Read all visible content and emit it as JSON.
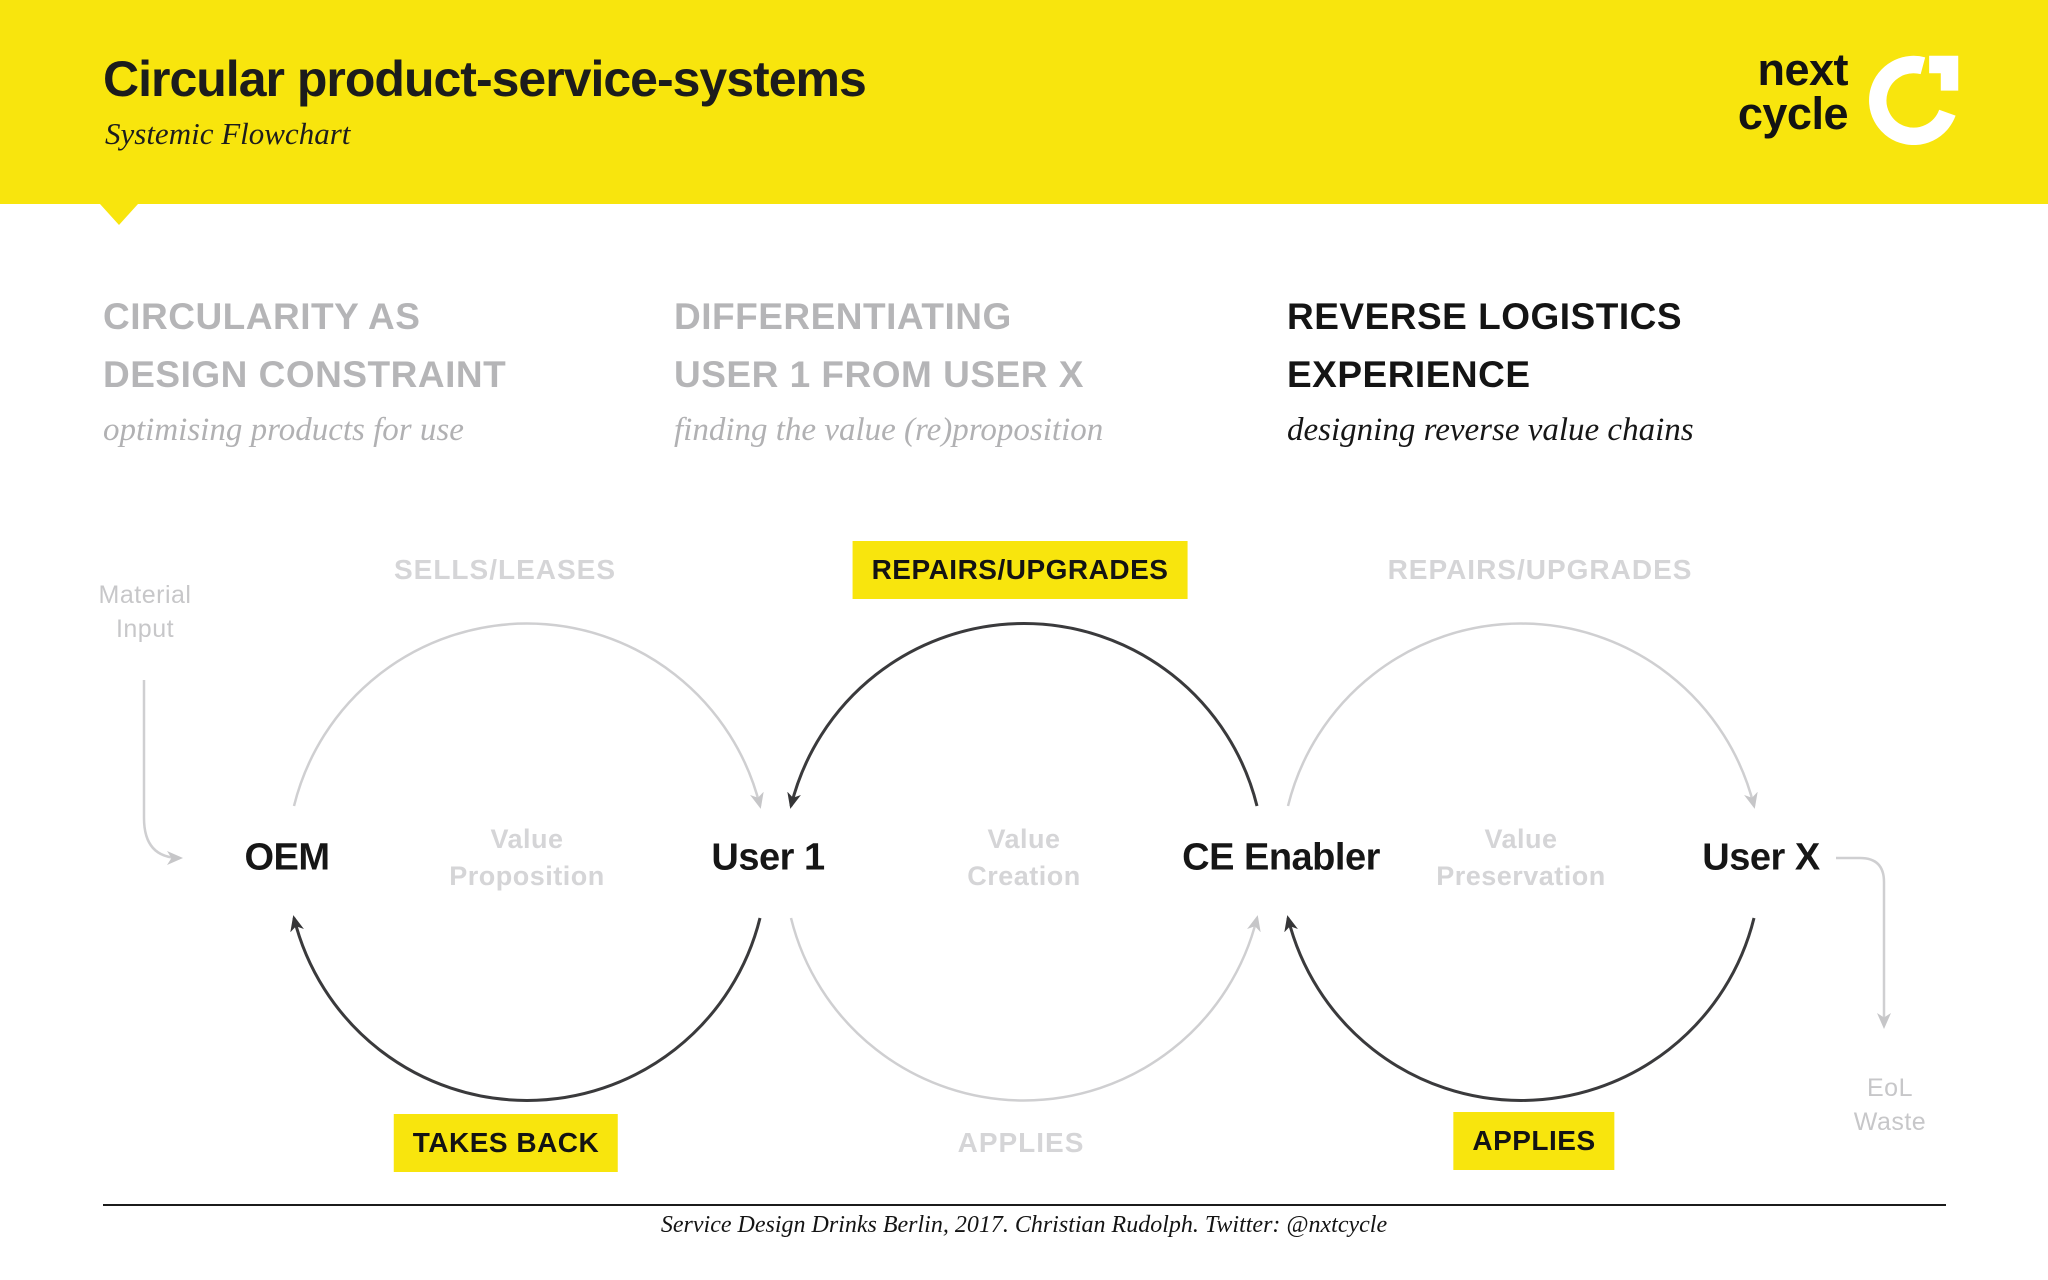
{
  "colors": {
    "brand_yellow": "#F8E50D",
    "dark_line": "#3a3a3c",
    "light_line": "#cfcfd1",
    "muted_text": "#b5b5b7",
    "muted_sub": "#b1b1b3",
    "gray_label": "#c7c7c9",
    "faint_text": "#d5d5d7",
    "ink": "#161616"
  },
  "header": {
    "title": "Circular product-service-systems",
    "subtitle": "Systemic Flowchart",
    "logo_line1": "next",
    "logo_line2": "cycle"
  },
  "columns": [
    {
      "line1": "CIRCULARITY AS",
      "line2": "DESIGN CONSTRAINT",
      "subtitle": "optimising products for use"
    },
    {
      "line1": "DIFFERENTIATING",
      "line2": "USER 1 FROM USER X",
      "subtitle": "finding the value (re)proposition"
    },
    {
      "line1": "REVERSE LOGISTICS",
      "line2": "EXPERIENCE",
      "subtitle": "designing reverse value chains"
    }
  ],
  "diagram": {
    "material_input": {
      "line1": "Material",
      "line2": "Input"
    },
    "eol_waste": {
      "line1": "EoL",
      "line2": "Waste"
    },
    "nodes": [
      {
        "label": "OEM"
      },
      {
        "label": "User 1"
      },
      {
        "label": "CE Enabler"
      },
      {
        "label": "User X"
      }
    ],
    "top_labels": [
      {
        "label": "SELLS/LEASES",
        "highlight": false
      },
      {
        "label": "REPAIRS/UPGRADES",
        "highlight": true
      },
      {
        "label": "REPAIRS/UPGRADES",
        "highlight": false
      }
    ],
    "bottom_labels": [
      {
        "label": "TAKES BACK",
        "highlight": true
      },
      {
        "label": "APPLIES",
        "highlight": false
      },
      {
        "label": "APPLIES",
        "highlight": true
      }
    ],
    "cycle_labels": [
      {
        "line1": "Value",
        "line2": "Proposition"
      },
      {
        "line1": "Value",
        "line2": "Creation"
      },
      {
        "line1": "Value",
        "line2": "Preservation"
      }
    ]
  },
  "footer": {
    "credit": "Service Design Drinks Berlin, 2017. Christian Rudolph. Twitter: @nxtcycle"
  }
}
